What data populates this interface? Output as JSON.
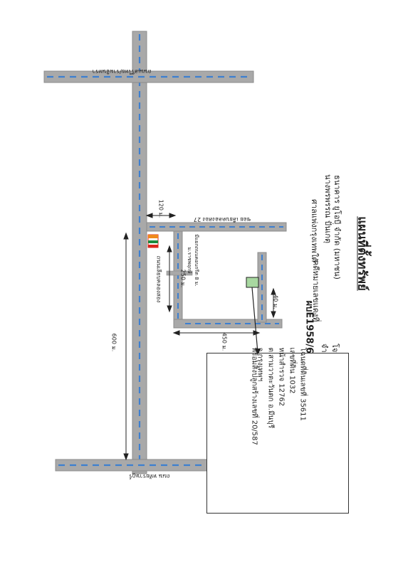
{
  "header": {
    "title": "แผนที่ตั้งทรัพย์",
    "plaintiff_label": "โจทก์",
    "plaintiff": "ธนาคาร ยูโอบี จำกัด (มหาชน)",
    "defendant_label": "จำเลย",
    "defendant": "นางพรพรรณ ปั่นเกตุ",
    "court": "ศาลแพ่งกรุงเทพใต้",
    "case_label": "คดีหมายเลขแดงที่",
    "case_no": "ผบE1958/64"
  },
  "roads": {
    "top_main": "ถนนเสรีไทย/รามอินทรา",
    "bottom_main": "ถนน หทัยราษฎร์",
    "vertical_main": "ถนนเลียบคลองสอง",
    "soi": "ซอย เลียบคลองสอง 27",
    "landmark": "มีแยกถนนคอนกรีต 8 ม. ม.ราชพฤกษ์"
  },
  "distances": {
    "d600": "600 ม.",
    "d120": "120 ม.",
    "d250": "250 ม.",
    "d450": "450 ม.",
    "d40": "40 ม."
  },
  "property_info": {
    "line1": "โฉนดที่ดินเลขที่ 35611",
    "line2": "เลขที่ดิน 1032",
    "line3": "หน้าสำรวจ 12762",
    "line4": "ต.สามวาตะวันตก อ.มีนบุรี",
    "line5": "จ.กรุงเทพฯ",
    "line6": "พร้อมสิ่งปลูกสร้างเลขที่ 20/587"
  },
  "colors": {
    "road": "#a9a9a9",
    "road_edge": "#8c8c8c",
    "road_dash": "#3d7fd0",
    "property": "#a8d8a0",
    "shop_icon": "#d9261c"
  }
}
